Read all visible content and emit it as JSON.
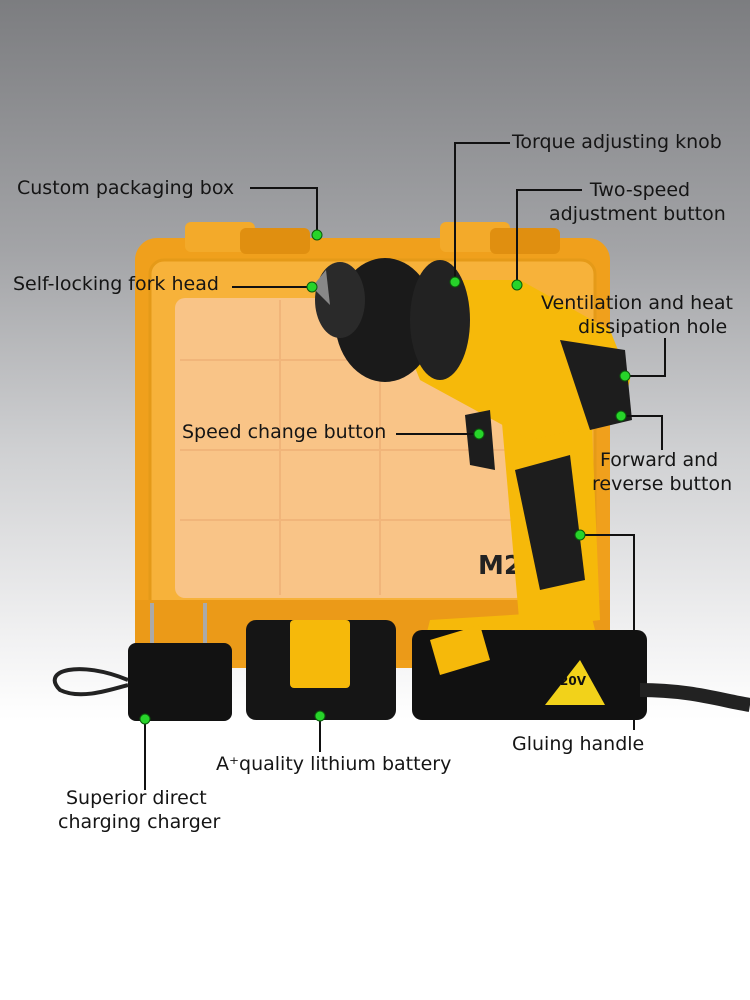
{
  "labels": {
    "torque": "Torque adjusting knob",
    "box": "Custom packaging box",
    "two_speed_1": "Two-speed",
    "two_speed_2": "adjustment button",
    "fork_head": "Self-locking fork head",
    "ventilation_1": "Ventilation and heat",
    "ventilation_2": "dissipation hole",
    "speed_change": "Speed change button",
    "forward_1": "Forward and",
    "forward_2": "reverse button",
    "gluing": "Gluing handle",
    "battery": "A⁺quality lithium battery",
    "charger_1": "Superior direct",
    "charger_2": "charging charger"
  },
  "product": {
    "case_mark": "M2",
    "battery_voltage": "20V"
  },
  "colors": {
    "case_orange": "#f3a21c",
    "drill_yellow": "#f6b90a",
    "dot_green": "#27d42a"
  }
}
